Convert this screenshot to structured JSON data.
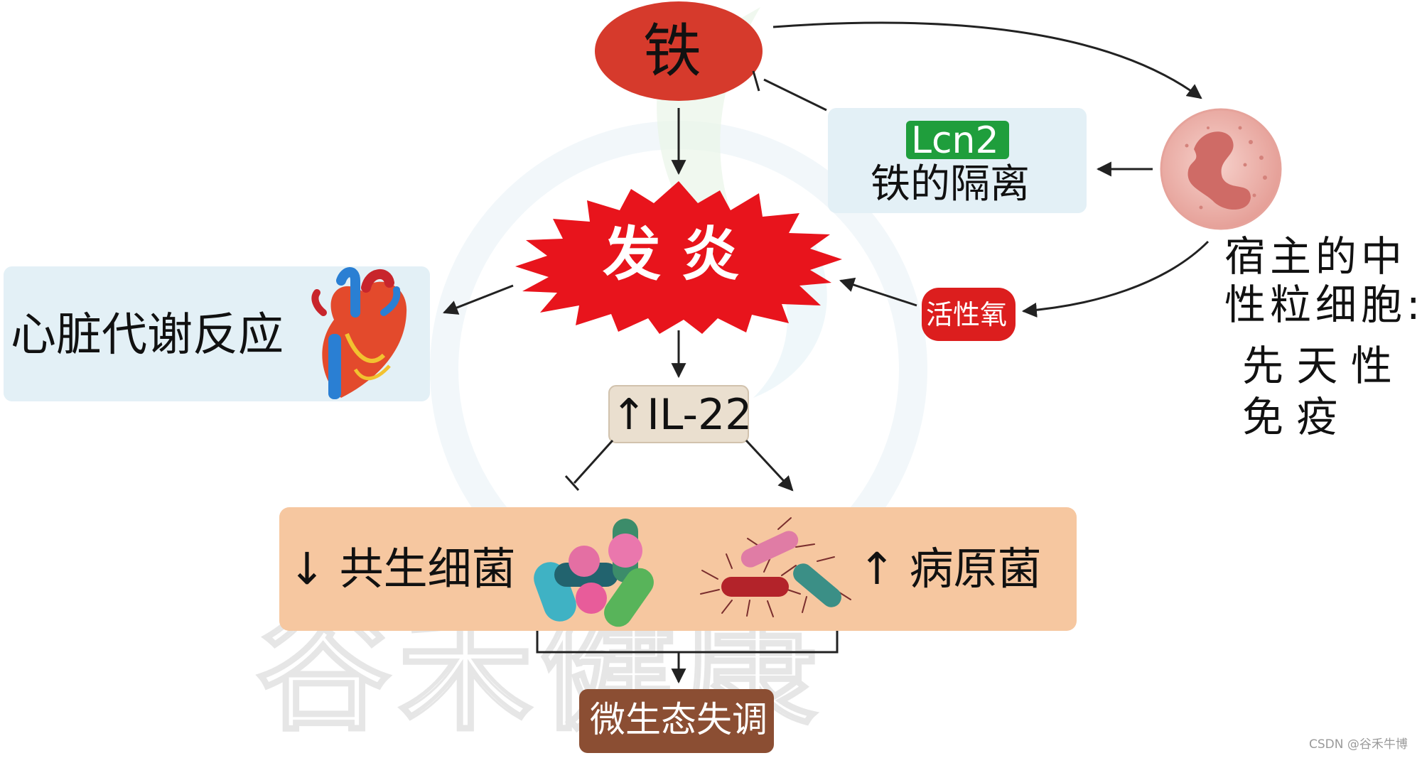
{
  "nodes": {
    "iron": "铁",
    "lcn2": "Lcn2",
    "iron_sequestration": "铁的隔离",
    "inflammation": "发 炎",
    "cardiac": "心脏代谢反应",
    "ros": "活性氧",
    "il22": "↑IL-22",
    "commensal": "↓ 共生细菌",
    "pathogen": "↑ 病原菌",
    "dysbiosis": "微生态失调",
    "neutrophil_line1": "宿主的中",
    "neutrophil_line2": "性粒细胞:",
    "innate_line1": "先 天 性",
    "innate_line2": "免 疫"
  },
  "watermark": {
    "text": "谷禾健康",
    "credit": "CSDN @谷禾牛博"
  },
  "colors": {
    "iron_red": "#d63a2c",
    "burst_red": "#e8141c",
    "ros_red": "#dc1e1e",
    "panel_blue": "#e3f0f6",
    "il22_beige": "#eadfcf",
    "bacteria_orange": "#f6c7a0",
    "dysbiosis_brown": "#8b4e33",
    "lcn2_green": "#1f9e3c",
    "neutrophil_pink": "#edb4ae"
  },
  "icons": [
    "heart-icon",
    "neutrophil-cell-icon",
    "commensal-bacteria-icon",
    "pathogen-bacteria-icon"
  ]
}
